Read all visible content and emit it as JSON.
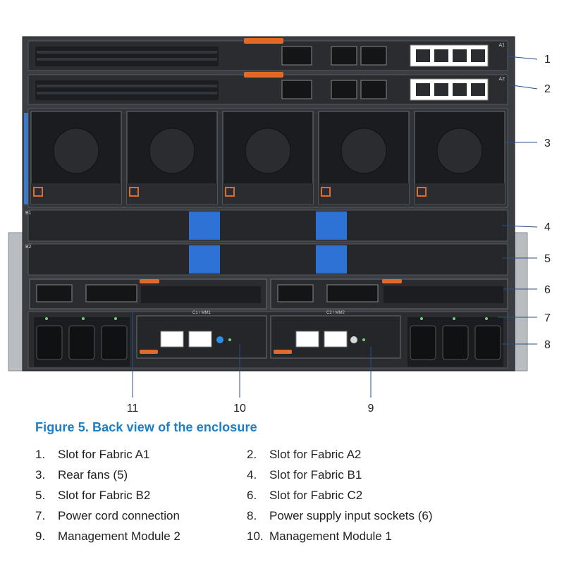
{
  "figure": {
    "caption": "Figure 5. Back view of the enclosure",
    "callouts": [
      "1",
      "2",
      "3",
      "4",
      "5",
      "6",
      "7",
      "8",
      "9",
      "10",
      "11"
    ],
    "slot_tags": [
      "A1",
      "A2",
      "B1",
      "B2"
    ],
    "module_labels": [
      "C1 / MM1",
      "C2 / MM2"
    ],
    "legend": [
      {
        "num": "1.",
        "text": "Slot for Fabric A1"
      },
      {
        "num": "2.",
        "text": "Slot for Fabric A2"
      },
      {
        "num": "3.",
        "text": "Rear fans (5)"
      },
      {
        "num": "4.",
        "text": "Slot for Fabric B1"
      },
      {
        "num": "5.",
        "text": "Slot for Fabric B2"
      },
      {
        "num": "6.",
        "text": "Slot for Fabric C2"
      },
      {
        "num": "7.",
        "text": "Power cord connection"
      },
      {
        "num": "8.",
        "text": "Power supply input sockets (6)"
      },
      {
        "num": "9.",
        "text": "Management Module 2"
      },
      {
        "num": "10.",
        "text": "Management Module 1"
      }
    ]
  },
  "colors": {
    "chassis": "#3a3d42",
    "panel": "#25272b",
    "handle_blue": "#2f72d6",
    "latch_orange": "#e06a2a",
    "caption_blue": "#1a7fc6"
  }
}
